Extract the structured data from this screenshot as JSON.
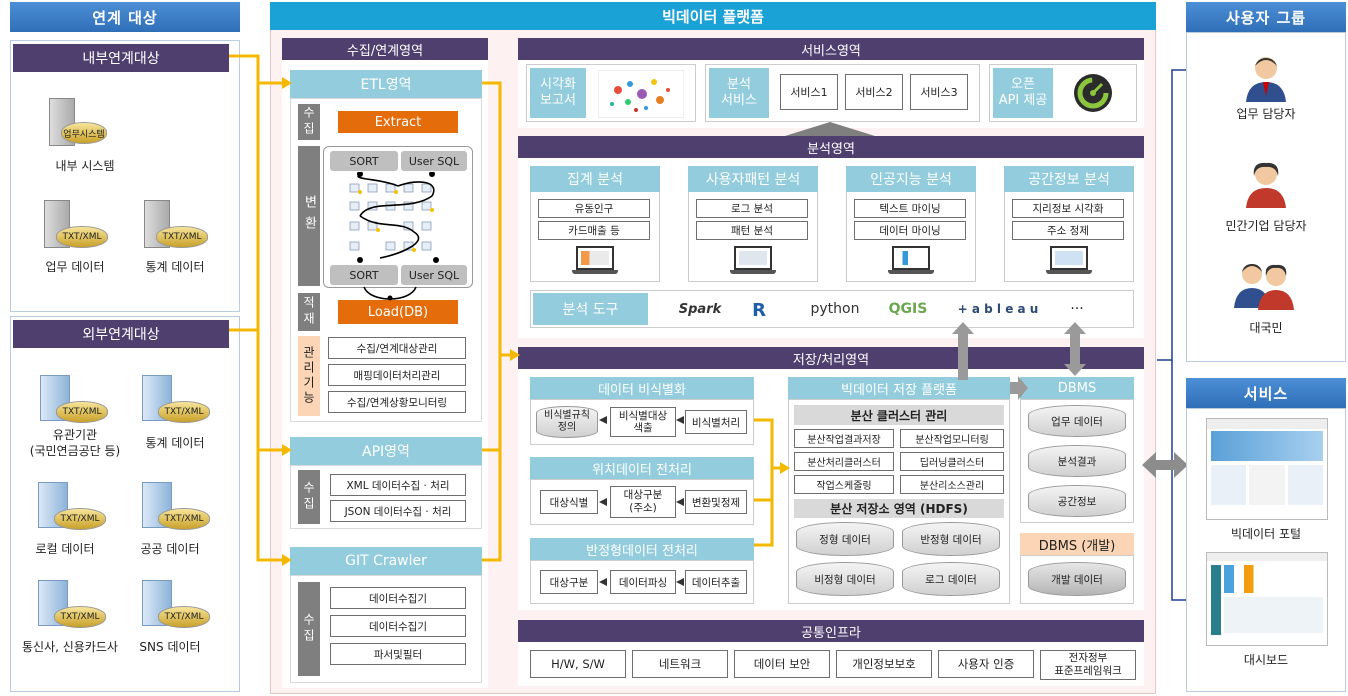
{
  "left": {
    "header": "연계 대상",
    "internal": {
      "title": "내부연계대상",
      "items": [
        {
          "label": "내부 시스템",
          "tag": "업무시스템"
        },
        {
          "label": "업무 데이터",
          "tag": "TXT/XML"
        },
        {
          "label": "통계 데이터",
          "tag": "TXT/XML"
        }
      ]
    },
    "external": {
      "title": "외부연계대상",
      "items": [
        {
          "label": "유관기관\n(국민연금공단 등)",
          "tag": "TXT/XML"
        },
        {
          "label": "통계 데이터",
          "tag": "TXT/XML"
        },
        {
          "label": "로컬 데이터",
          "tag": "TXT/XML"
        },
        {
          "label": "공공 데이터",
          "tag": "TXT/XML"
        },
        {
          "label": "통신사, 신용카드사",
          "tag": "TXT/XML"
        },
        {
          "label": "SNS 데이터",
          "tag": "TXT/XML"
        }
      ]
    }
  },
  "platform": {
    "title": "빅데이터 플랫폼"
  },
  "collect": {
    "title": "수집/연계영역",
    "etl": {
      "title": "ETL영역",
      "collect_label": "수집",
      "extract": "Extract",
      "transform_label": "변환",
      "sort": "SORT",
      "user_sql": "User SQL",
      "load_label": "적재",
      "load": "Load(DB)",
      "manage_label": "관리기능",
      "manage_items": [
        "수집/연계대상관리",
        "매핑데이터처리관리",
        "수집/연계상황모니터링"
      ]
    },
    "api": {
      "title": "API영역",
      "label": "수집",
      "items": [
        "XML 데이터수집 · 처리",
        "JSON 데이터수집 · 처리"
      ]
    },
    "git": {
      "title": "GIT Crawler",
      "label": "수집",
      "items": [
        "데이터수집기",
        "데이터수집기",
        "파서및필터"
      ]
    }
  },
  "service": {
    "title": "서비스영역",
    "viz": "시각화\n보고서",
    "analysis": "분석\n서비스",
    "services": [
      "서비스1",
      "서비스2",
      "서비스3"
    ],
    "openapi": "오픈\nAPI 제공"
  },
  "analysis": {
    "title": "분석영역",
    "cards": [
      {
        "title": "집계 분석",
        "items": [
          "유동인구",
          "카드매출 등"
        ]
      },
      {
        "title": "사용자패턴 분석",
        "items": [
          "로그 분석",
          "패턴 분석"
        ]
      },
      {
        "title": "인공지능 분석",
        "items": [
          "텍스트 마이닝",
          "데이터 마이닝"
        ]
      },
      {
        "title": "공간정보 분석",
        "items": [
          "지리정보 시각화",
          "주소 정제"
        ]
      }
    ],
    "tools_label": "분석 도구",
    "tools": [
      "Spark",
      "R",
      "python",
      "QGIS",
      "+ a b l e a u",
      "···"
    ]
  },
  "storage": {
    "title": "저장/처리영역",
    "deid": {
      "title": "데이터 비식별화",
      "steps": [
        "비식별규칙\n정의",
        "비식별대상\n색출",
        "비식별처리"
      ]
    },
    "loc": {
      "title": "위치데이터 전처리",
      "steps": [
        "대상식별",
        "대상구분\n(주소)",
        "변환및정제"
      ]
    },
    "semi": {
      "title": "반정형데이터 전처리",
      "steps": [
        "대상구분",
        "데이터파싱",
        "데이터추출"
      ]
    },
    "bigdata": {
      "title": "빅데이터 저장 플랫폼",
      "cluster_title": "분산 클러스터 관리",
      "cluster_items": [
        "분산작업결과저장",
        "분산작업모니터링",
        "분산처리클러스터",
        "딥러닝클러스터",
        "작업스케줄링",
        "분산리소스관리"
      ],
      "hdfs_title": "분산 저장소 영역 (HDFS)",
      "hdfs_items": [
        "정형 데이터",
        "반정형 데이터",
        "비정형 데이터",
        "로그 데이터"
      ]
    },
    "dbms": {
      "title": "DBMS",
      "items": [
        "업무 데이터",
        "분석결과",
        "공간정보"
      ]
    },
    "dbms_dev": {
      "title": "DBMS (개발)",
      "item": "개발 데이터"
    }
  },
  "infra": {
    "title": "공통인프라",
    "items": [
      "H/W, S/W",
      "네트워크",
      "데이터 보안",
      "개인정보보호",
      "사용자 인증",
      "전자정부\n표준프레임워크"
    ]
  },
  "users": {
    "header": "사용자 그룹",
    "items": [
      "업무 담당자",
      "민간기업 담당자",
      "대국민"
    ]
  },
  "services_right": {
    "header": "서비스",
    "items": [
      "빅데이터 포털",
      "대시보드"
    ]
  },
  "colors": {
    "blue_header": "#2f6fb8",
    "purple": "#4f3f6f",
    "cyan": "#93cddd",
    "orange": "#e46c0a",
    "arrow": "#f5b800"
  }
}
